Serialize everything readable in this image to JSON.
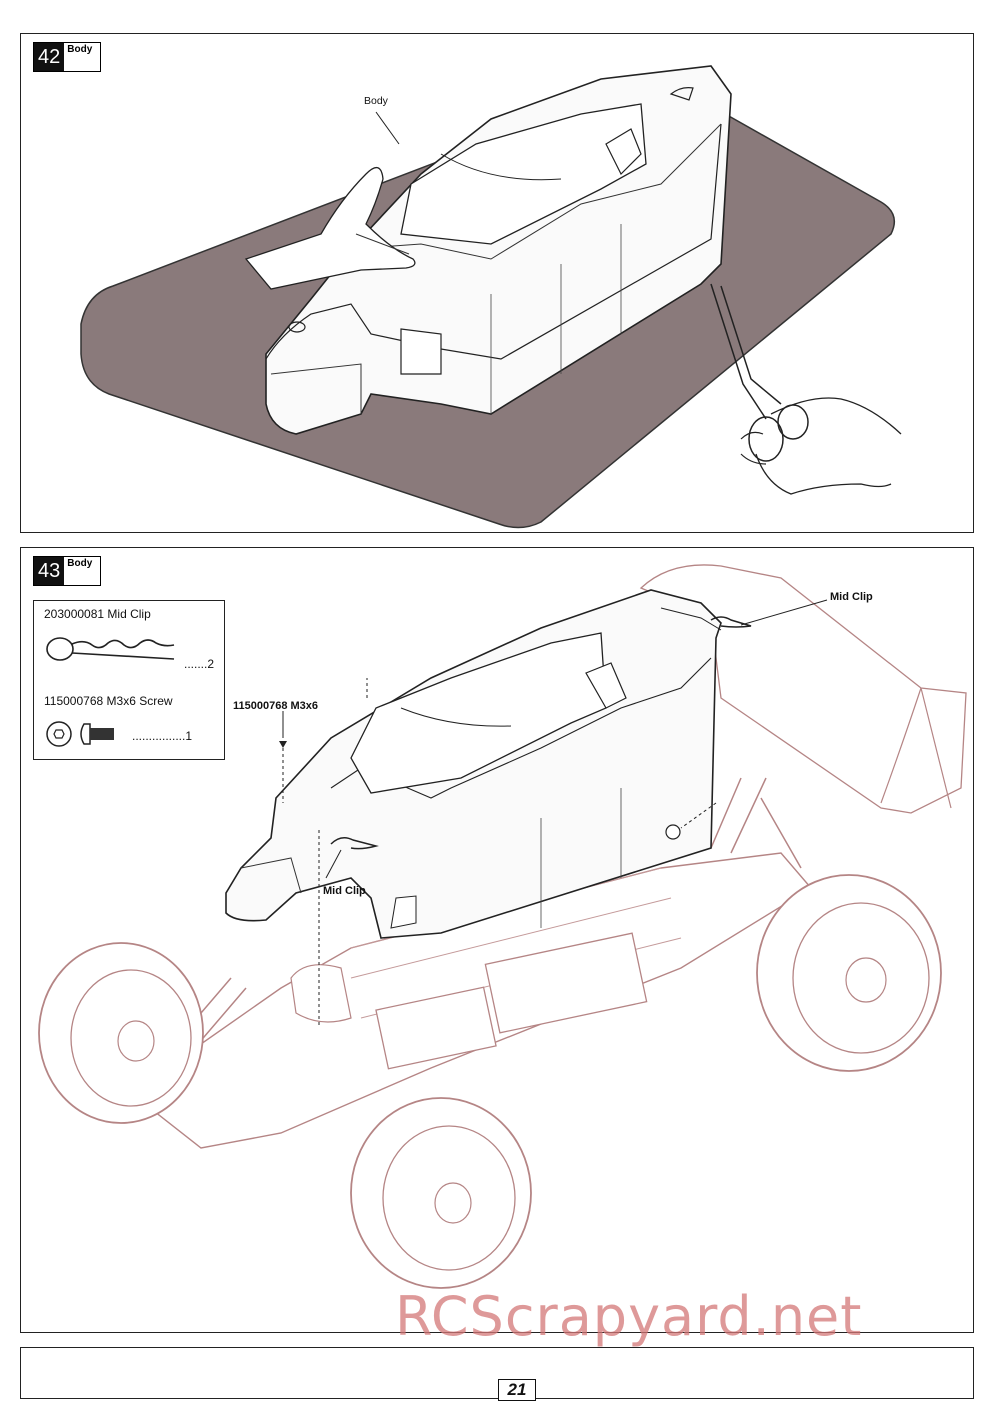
{
  "step42": {
    "number": "42",
    "title": "Body",
    "callouts": {
      "body": "Body"
    }
  },
  "step43": {
    "number": "43",
    "title": "Body",
    "parts": [
      {
        "part_no": "203000081",
        "name": "Mid Clip",
        "qty_text": ".......2",
        "icon": "body-clip-icon"
      },
      {
        "part_no": "115000768",
        "name": "M3x6 Screw",
        "qty_text": "................1",
        "icon": "screw-icon"
      }
    ],
    "callouts": {
      "mid_clip_rear": "Mid Clip",
      "screw": "115000768 M3x6",
      "mid_clip_front": "Mid Clip"
    }
  },
  "footer": {
    "page_number": "21"
  },
  "watermark": "RCScrapyard.net"
}
